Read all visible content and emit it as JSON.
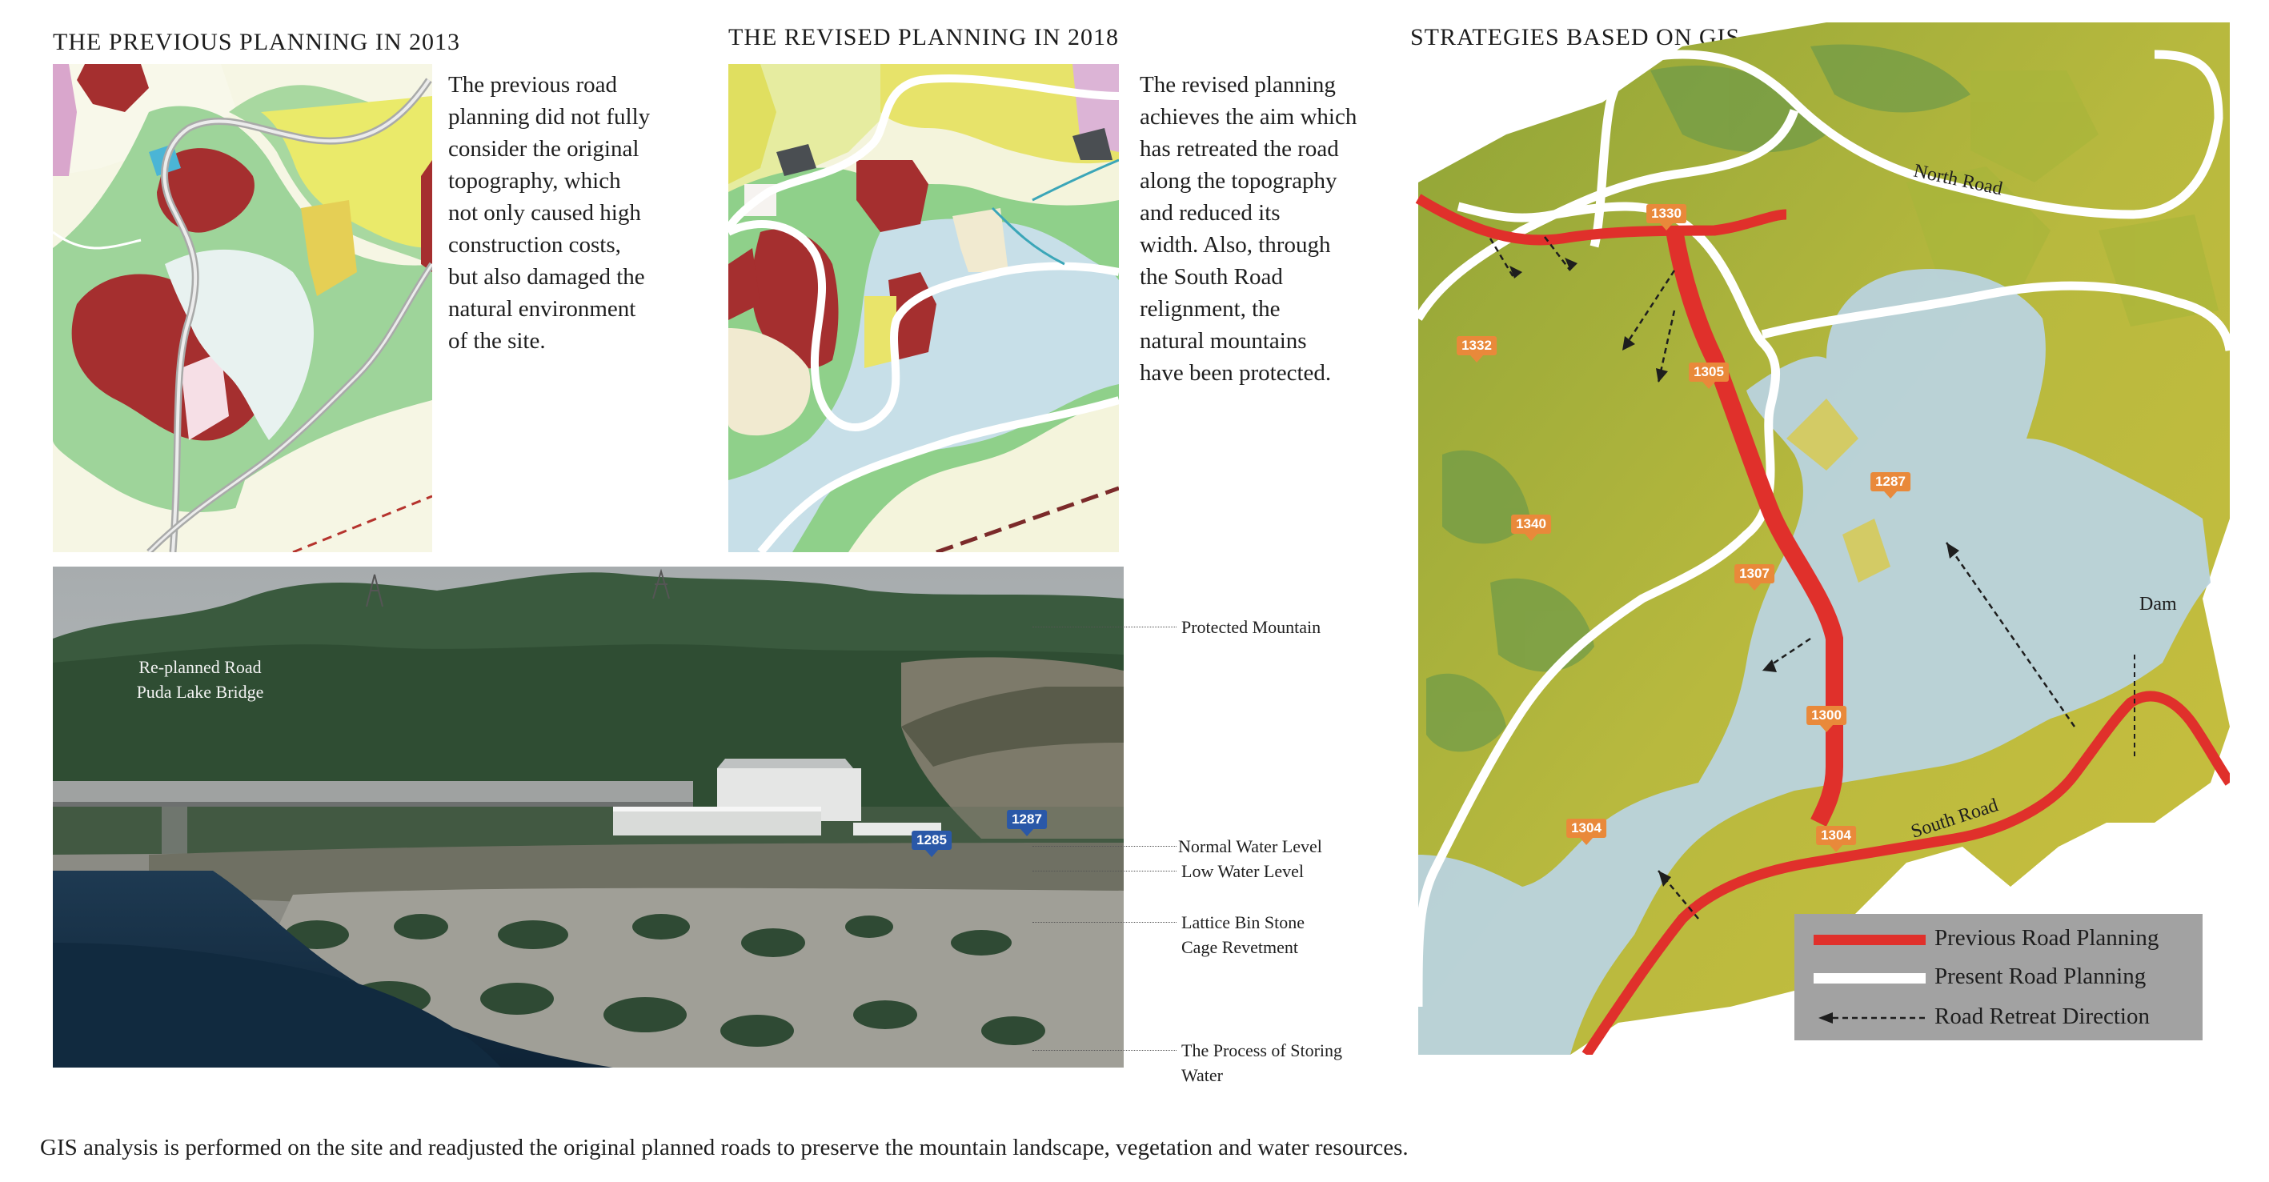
{
  "headings": {
    "previous": "THE PREVIOUS PLANNING IN 2013",
    "revised": "THE REVISED PLANNING IN 2018",
    "gis": "STRATEGIES BASED ON GIS"
  },
  "previous_description": "The previous road\nplanning did not fully\nconsider the original\ntopography, which\nnot only caused high\nconstruction costs,\nbut also damaged the\nnatural environment\nof the site.",
  "revised_description": "The revised planning\nachieves the aim which\nhas retreated the road\nalong the topography\nand reduced its\nwidth. Also, through\nthe South Road\nrelignment, the\nnatural mountains\nhave been protected.",
  "photo": {
    "overlay_label": "Re-planned Road\nPuda Lake Bridge",
    "markers": [
      "1285",
      "1287"
    ],
    "annotations": {
      "protected_mountain": "Protected Mountain",
      "normal_water": "Normal Water Level",
      "low_water": "Low Water Level",
      "revetment": "Lattice Bin Stone\nCage Revetment",
      "storing_water": "The Process of  Storing\nWater"
    }
  },
  "gis_map": {
    "elevation_tags": [
      "1330",
      "1332",
      "1305",
      "1287",
      "1340",
      "1307",
      "1300",
      "1304",
      "1304"
    ],
    "labels": {
      "north_road": "North Road",
      "south_road": "South Road",
      "dam": "Dam"
    }
  },
  "legend": {
    "previous": "Previous Road Planning",
    "present": "Present Road Planning",
    "retreat": "Road Retreat Direction"
  },
  "colors": {
    "previous_road": "#e0302b",
    "present_road": "#ffffff",
    "terrain": "#a8b43a",
    "water": "#b9d3de",
    "tag_orange": "#e9893a",
    "tag_blue": "#2a58a8"
  },
  "caption": "GIS analysis is performed on the site and readjusted the original planned roads to preserve the mountain landscape, vegetation and water resources."
}
